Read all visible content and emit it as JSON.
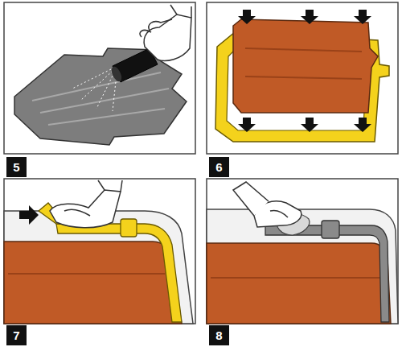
{
  "diagram": {
    "labels": [
      "5",
      "6",
      "7",
      "8"
    ]
  }
}
